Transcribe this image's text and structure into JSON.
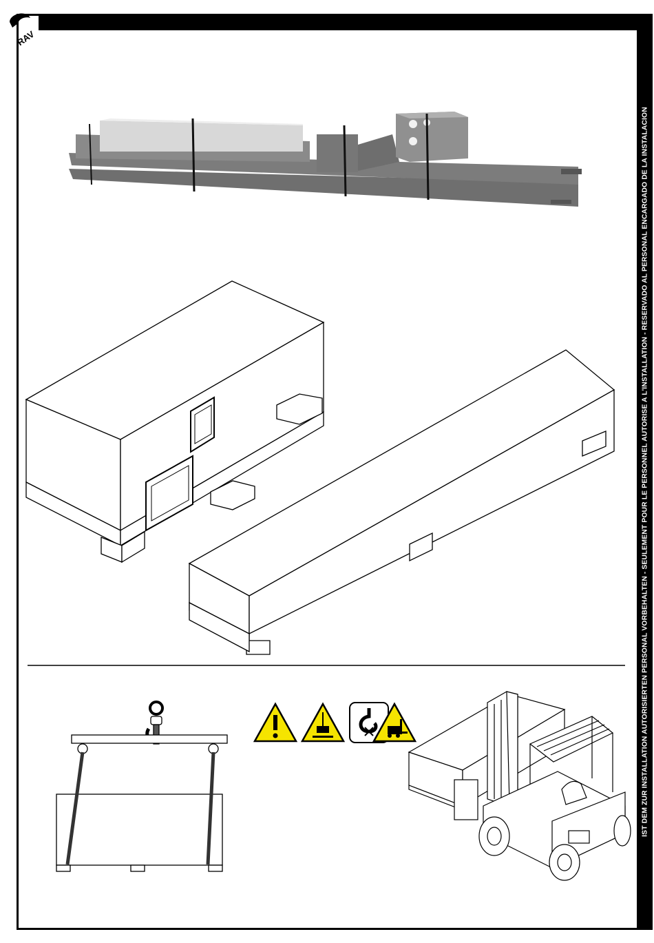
{
  "logo": {
    "text": "RAV"
  },
  "sidebar": {
    "notice": "IST DEM ZUR INSTALLATION AUTORISIERTEN PERSONAL VORBEHALTEN - SEULEMENT POUR LE PERSONNEL AUTORISE A L'INSTALLATION - RESERVADO AL PERSONAL ENCARGADO DE LA INSTALACION"
  },
  "colors": {
    "frame": "#000000",
    "warning_yellow": "#f5e400",
    "photo_gray": "#8a8a8a"
  },
  "illustrations": {
    "packed_lift_photo": "packed-lift-frames",
    "crate_boxes": [
      "control-box-crate",
      "long-runway-crate"
    ],
    "lifting_beam": "crane-hook-lifting-beam",
    "forklift": "forklift-carrying-crate"
  },
  "warning_icons": [
    "exclamation-warning-icon",
    "suspended-load-warning-icon",
    "crane-hook-icon",
    "forklift-warning-icon"
  ]
}
